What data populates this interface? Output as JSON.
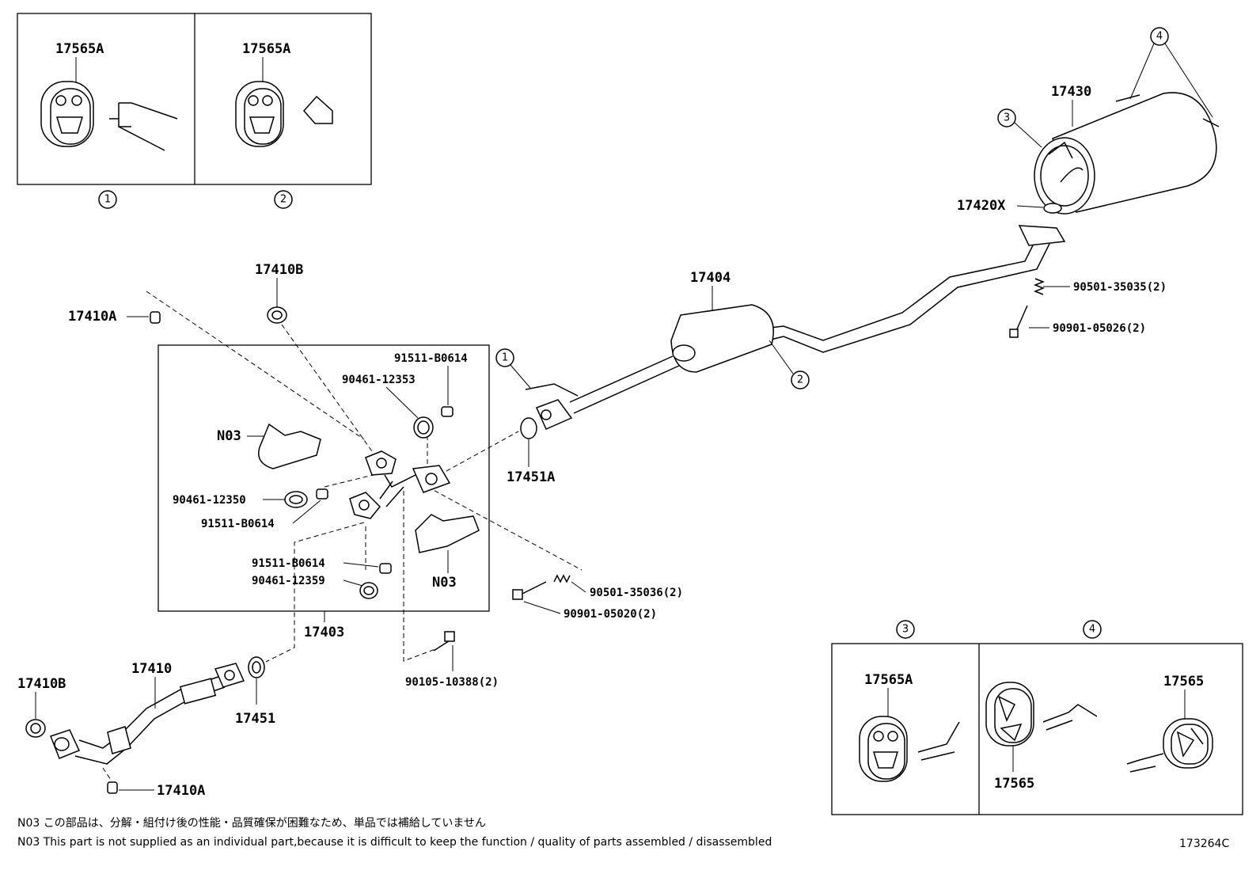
{
  "labels": {
    "box1_label": "17565A",
    "box2_label": "17565A",
    "box3_label": "17565A",
    "box4_left": "17565",
    "box4_right": "17565",
    "p17410b_top": "17410B",
    "p17410a_top": "17410A",
    "p17404": "17404",
    "p17430": "17430",
    "p17420x": "17420X",
    "p90501_35035": "90501-35035(2)",
    "p90901_05026": "90901-05026(2)",
    "p91511_b0614_a": "91511-B0614",
    "p90461_12353": "90461-12353",
    "n03_a": "N03",
    "p90461_12350": "90461-12350",
    "p91511_b0614_b": "91511-B0614",
    "p17451a": "17451A",
    "p91511_b0614_c": "91511-B0614",
    "p90461_12359": "90461-12359",
    "n03_b": "N03",
    "p90501_35036": "90501-35036(2)",
    "p90901_05020": "90901-05020(2)",
    "p17403": "17403",
    "p90105_10388": "90105-10388(2)",
    "p17410": "17410",
    "p17410b_bot": "17410B",
    "p17451": "17451",
    "p17410a_bot": "17410A"
  },
  "callouts": {
    "c1": "1",
    "c2": "2",
    "c3": "3",
    "c4": "4"
  },
  "notes": {
    "jp": "N03 この部品は、分解・組付け後の性能・品質確保が困難なため、単品では補給していません",
    "en": "N03 This part is not supplied as an individual part,because it is difficult to keep the function / quality of parts assembled / disassembled",
    "figure_code": "173264C"
  }
}
